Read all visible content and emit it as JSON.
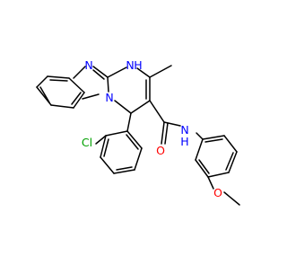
{
  "molecule": {
    "atoms": {
      "n_imine": {
        "text": "N",
        "color": "#0000ff"
      },
      "n_amine": {
        "text": "N",
        "color": "#0000ff"
      },
      "n_amine_h": {
        "text": "H",
        "color": "#0000ff"
      },
      "n_fused": {
        "text": "N",
        "color": "#0000ff"
      },
      "methyl": {
        "text": "",
        "color": "#000000"
      },
      "chlorine": {
        "text": "Cl",
        "color": "#00a000"
      },
      "oxygen_carbonyl": {
        "text": "O",
        "color": "#ff0000"
      },
      "n_amide": {
        "text": "N",
        "color": "#0000ff"
      },
      "n_amide_h": {
        "text": "H",
        "color": "#0000ff"
      },
      "oxygen_ether": {
        "text": "O",
        "color": "#ff0000"
      }
    }
  }
}
